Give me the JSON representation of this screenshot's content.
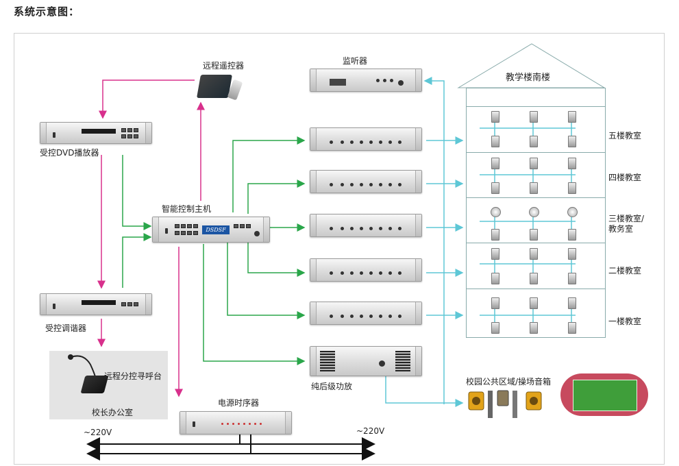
{
  "title": "系统示意图：",
  "labels": {
    "remote": "远程遥控器",
    "dvd": "受控DVD播放器",
    "tuner": "受控调谐器",
    "controller": "智能控制主机",
    "paging": "远程分控寻呼台",
    "office": "校长办公室",
    "monitor": "监听器",
    "power_amp": "纯后级功放",
    "sequencer": "电源时序器",
    "building": "教学楼南楼",
    "campus": "校园公共区域/操场音箱",
    "v220_left": "~220V",
    "v220_right": "~220V"
  },
  "floors": [
    "五楼教室",
    "四楼教室",
    "三楼教室/\n教务室",
    "二楼教室",
    "一楼教室"
  ],
  "controller_display": "DSDSF",
  "colors": {
    "magenta": "#d8308c",
    "green": "#2aa64a",
    "cyan": "#5ec7d6",
    "black": "#111111"
  }
}
